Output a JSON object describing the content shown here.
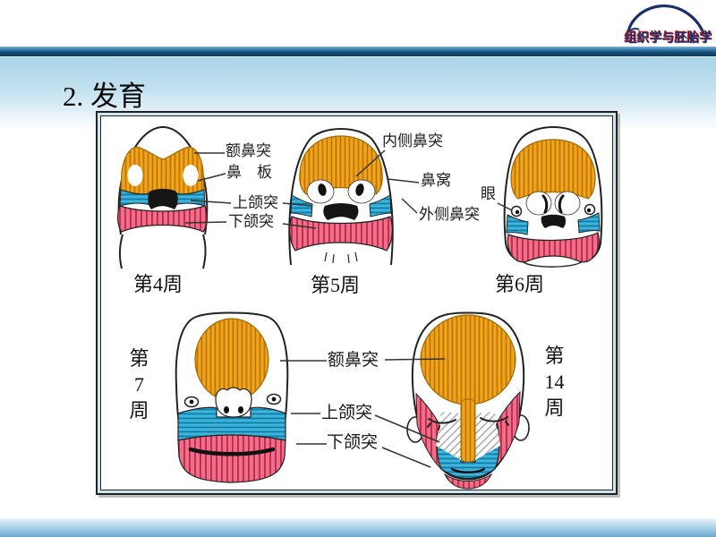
{
  "header": {
    "logo_text": "组织学与胚胎学"
  },
  "title": "2. 发育",
  "diagram": {
    "row1": {
      "week4": {
        "caption": "第4周",
        "labels": {
          "frontonasal": "额鼻突",
          "nasal_placode": "鼻　板",
          "maxillary": "上颌突",
          "mandibular": "下颌突"
        }
      },
      "week5": {
        "caption": "第5周",
        "labels": {
          "medial_nasal": "内侧鼻突",
          "nasal_pit": "鼻窝",
          "lateral_nasal": "外侧鼻突"
        }
      },
      "week6": {
        "caption": "第6周",
        "labels": {
          "eye": "眼"
        }
      }
    },
    "row2": {
      "week7": {
        "caption": "第7周"
      },
      "week14": {
        "caption": "第14周"
      },
      "labels": {
        "frontonasal": "额鼻突",
        "maxillary": "上颌突",
        "mandibular": "下颌突"
      }
    },
    "colors": {
      "frontonasal_orange": "#f2a41a",
      "orange_stripe": "#b97500",
      "maxillary_blue": "#3eb4da",
      "blue_stripe": "#0e7aa6",
      "mandibular_pink": "#ee6f87",
      "pink_stripe": "#bf2a4e",
      "outline": "#222222"
    }
  },
  "theme": {
    "navy_bar": "#164b74",
    "band_blue": "#a9d3e8",
    "logo_navy": "#1c2f6b",
    "logo_red": "#c62828"
  }
}
